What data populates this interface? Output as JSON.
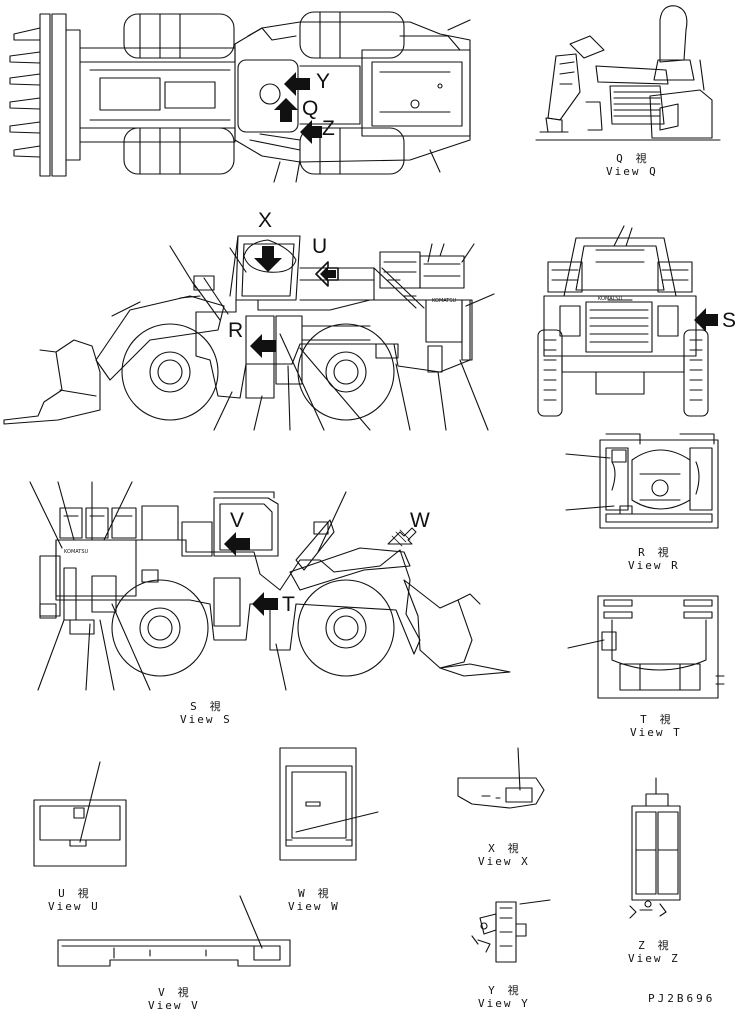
{
  "view_letters": {
    "y_top": "Y",
    "q_top": "Q",
    "z_top": "Z",
    "x": "X",
    "u": "U",
    "r": "R",
    "s": "S",
    "v": "V",
    "w": "W",
    "t": "T"
  },
  "captions": {
    "q": {
      "jp": "Q　視",
      "en": "View Q"
    },
    "r": {
      "jp": "R　視",
      "en": "View R"
    },
    "s": {
      "jp": "S　視",
      "en": "View S"
    },
    "t": {
      "jp": "T　視",
      "en": "View T"
    },
    "u": {
      "jp": "U　視",
      "en": "View U"
    },
    "w": {
      "jp": "W　視",
      "en": "View W"
    },
    "x": {
      "jp": "X　視",
      "en": "View X"
    },
    "z": {
      "jp": "Z　視",
      "en": "View Z"
    },
    "v": {
      "jp": "V　視",
      "en": "View V"
    },
    "y": {
      "jp": "Y　視",
      "en": "View Y"
    }
  },
  "drawing_code": "PJ2B696"
}
